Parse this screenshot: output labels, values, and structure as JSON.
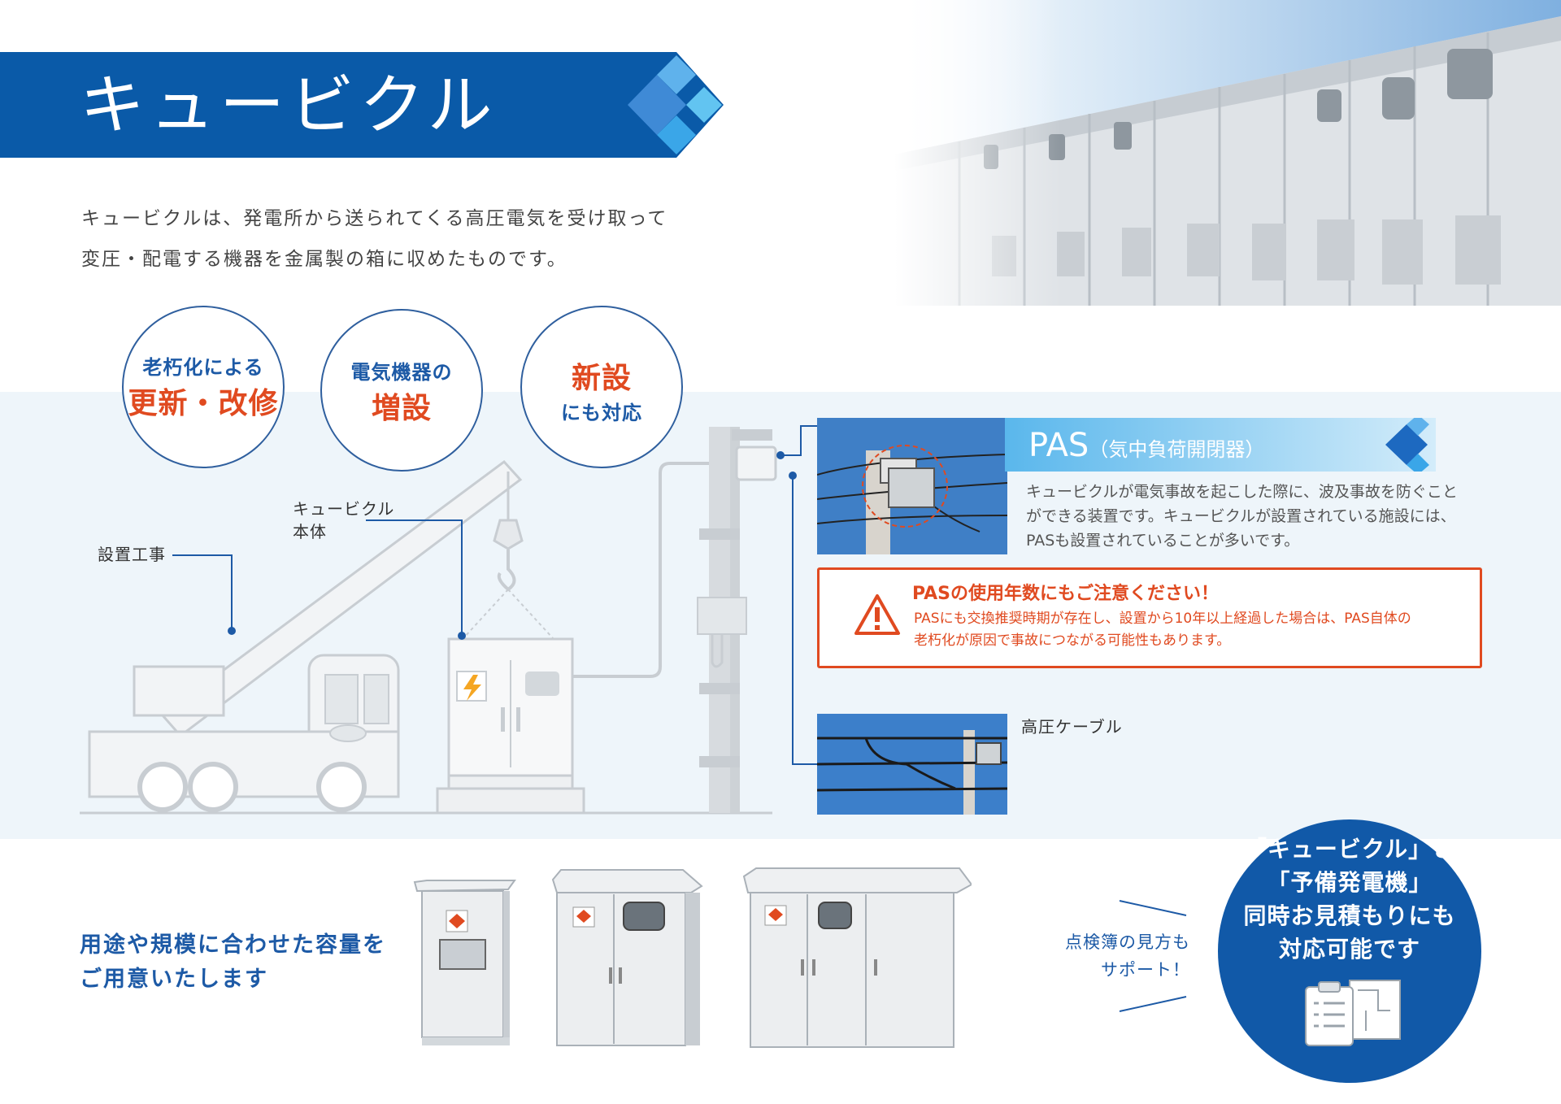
{
  "header": {
    "title": "キュービクル"
  },
  "intro": {
    "line1": "キュービクルは、発電所から送られてくる高圧電気を受け取って",
    "line2": "変圧・配電する機器を金属製の箱に収めたものです。"
  },
  "circles": [
    {
      "small": "老朽化による",
      "big": "更新・改修"
    },
    {
      "small": "電気機器の",
      "big": "増設"
    },
    {
      "big": "新設",
      "small": "にも対応"
    }
  ],
  "diagram": {
    "label_install": "設置工事",
    "label_body_1": "キュービクル",
    "label_body_2": "本体",
    "label_cable": "高圧ケーブル"
  },
  "pas": {
    "title": "PAS",
    "subtitle": "（気中負荷開閉器）",
    "desc1": "キュービクルが電気事故を起こした際に、波及事故を防ぐこと",
    "desc2": "ができる装置です。キュービクルが設置されている施設には、",
    "desc3": "PASも設置されていることが多いです。"
  },
  "warning": {
    "title": "PASの使用年数にもご注意ください！",
    "text1": "PASにも交換推奨時期が存在し、設置から10年以上経過した場合は、PAS自体の",
    "text2": "老朽化が原因で事故につながる可能性もあります。"
  },
  "bottom": {
    "capacity1": "用途や規模に合わせた容量を",
    "capacity2": "ご用意いたします",
    "support1": "点検簿の見方も",
    "support2": "サポート！",
    "circle1": "「キュービクル」と",
    "circle2": "「予備発電機」",
    "circle3": "同時お見積もりにも",
    "circle4": "対応可能です"
  },
  "colors": {
    "brand_blue": "#1159a8",
    "accent_red": "#e04a20",
    "light_band": "#eef5fa"
  }
}
